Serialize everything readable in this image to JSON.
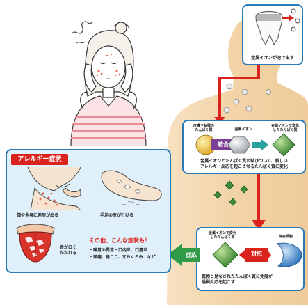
{
  "tooth_box": {
    "caption": "金属イオンが溶け出す"
  },
  "binding_box": {
    "label_protein": "皮膚や粘膜の\nたんぱく質",
    "label_metal": "金属イオン",
    "label_changed": "金属イオンで変化\nしたたんぱく質",
    "bind_badge": "結合",
    "caption": "金属イオンとたんぱく質が結びついて、新しい\nアレルギー反応を起こさせるたんぱく質に変化"
  },
  "immune_box": {
    "label_changed": "金属イオンで変化\nしたたんぱく質",
    "label_immune": "免疫細胞",
    "vs_badge": "対抗",
    "caption": "異物と見なされたたんぱく質に免疫が\n過剰反応を起こす"
  },
  "reaction_arrow": {
    "label": "反応"
  },
  "symptoms_box": {
    "title": "アレルギー症状",
    "face_caption": "顔や全身に発疹が出る",
    "foot_caption": "手足の皮がむける",
    "tongue_caption": "舌が白く\nただれる",
    "other_title": "その他、こんな症状も！",
    "other_line1": "・味覚の異常・口内炎、口唇炎",
    "other_line2": "・頭痛、肩こり、立ちくらみ　など"
  },
  "colors": {
    "frame_blue": "#2a7ab8",
    "arrow_red": "#d9231c",
    "arrow_green": "#2f9b47",
    "body_skin": "#f2d2a6",
    "title_red": "#d9231c"
  }
}
